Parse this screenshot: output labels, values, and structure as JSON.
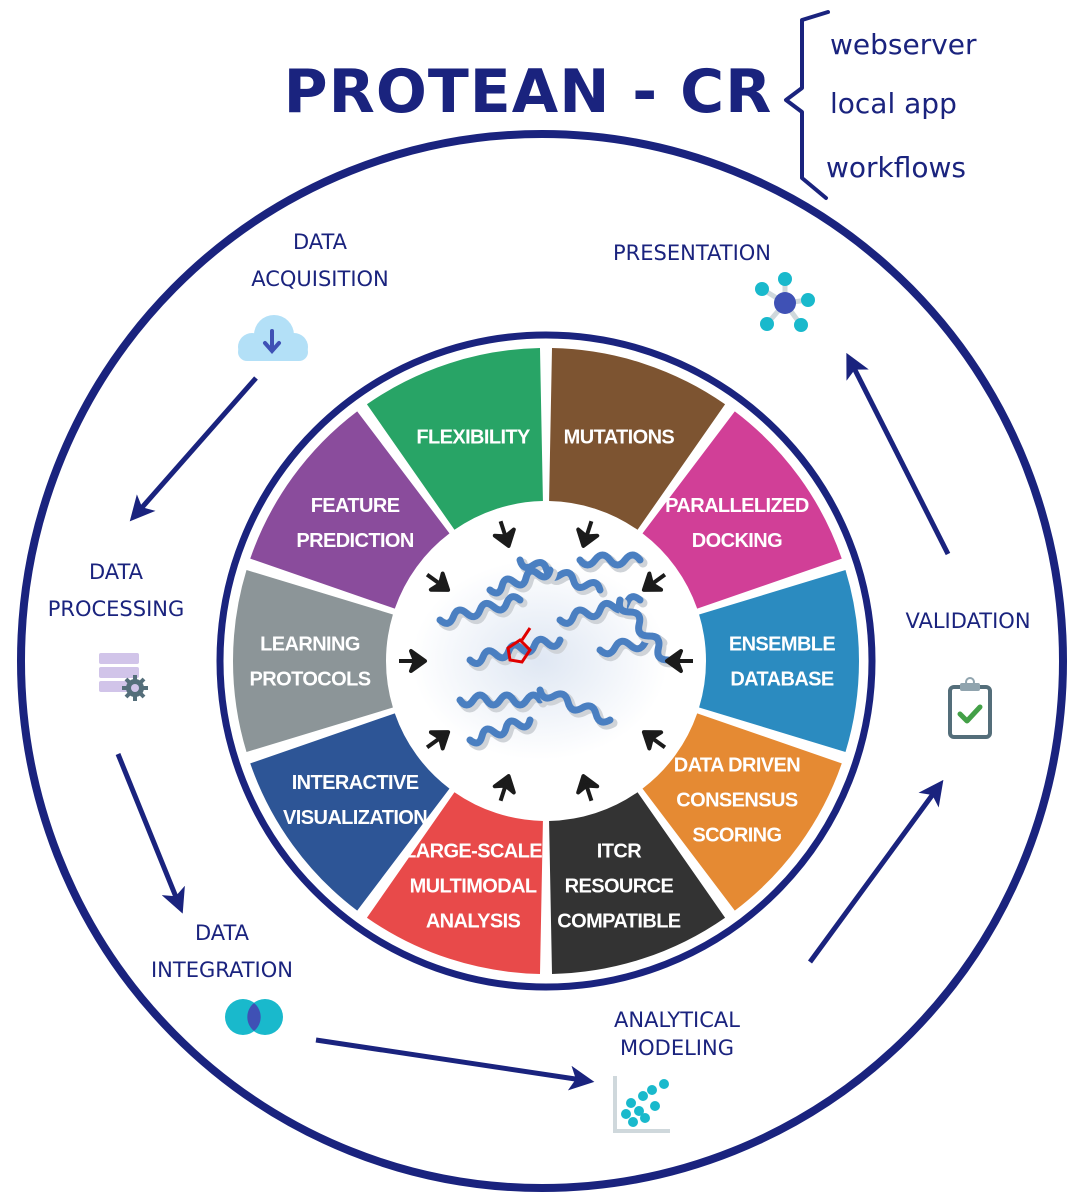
{
  "title": {
    "text": "PROTEAN - CR",
    "deployments": [
      "webserver",
      "local app",
      "workflows"
    ]
  },
  "colors": {
    "navy": "#1a237e",
    "arrow_dark": "#1b1b1b",
    "icon_cyan": "#19b9cc",
    "icon_indigo": "#3f51b5"
  },
  "cycle_stages": [
    {
      "id": "acquisition",
      "lines": [
        "DATA",
        "ACQUISITION"
      ],
      "icon": "cloud-download-icon"
    },
    {
      "id": "processing",
      "lines": [
        "DATA",
        "PROCESSING"
      ],
      "icon": "database-gear-icon"
    },
    {
      "id": "integration",
      "lines": [
        "DATA",
        "INTEGRATION"
      ],
      "icon": "venn-diagram-icon"
    },
    {
      "id": "modeling",
      "lines": [
        "ANALYTICAL",
        "MODELING"
      ],
      "icon": "scatter-plot-icon"
    },
    {
      "id": "validation",
      "lines": [
        "VALIDATION"
      ],
      "icon": "clipboard-check-icon"
    },
    {
      "id": "presentation",
      "lines": [
        "PRESENTATION"
      ],
      "icon": "network-icon"
    }
  ],
  "wheel_segments": [
    {
      "id": "flexibility",
      "lines": [
        "FLEXIBILITY"
      ],
      "color": "#28a466"
    },
    {
      "id": "mutations",
      "lines": [
        "MUTATIONS"
      ],
      "color": "#7d5431"
    },
    {
      "id": "parallelized-docking",
      "lines": [
        "PARALLELIZED",
        "DOCKING"
      ],
      "color": "#d13f97"
    },
    {
      "id": "ensemble-database",
      "lines": [
        "ENSEMBLE",
        "DATABASE"
      ],
      "color": "#2b8bc0"
    },
    {
      "id": "data-driven-consensus-scoring",
      "lines": [
        "DATA DRIVEN",
        "CONSENSUS",
        "SCORING"
      ],
      "color": "#e58a33"
    },
    {
      "id": "itcr-resource-compatible",
      "lines": [
        "ITCR",
        "RESOURCE",
        "COMPATIBLE"
      ],
      "color": "#333333"
    },
    {
      "id": "large-scale-multimodal-analysis",
      "lines": [
        "LARGE-SCALE",
        "MULTIMODAL",
        "ANALYSIS"
      ],
      "color": "#e84a4a"
    },
    {
      "id": "interactive-visualization",
      "lines": [
        "INTERACTIVE",
        "VISUALIZATION"
      ],
      "color": "#2d5596"
    },
    {
      "id": "learning-protocols",
      "lines": [
        "LEARNING",
        "PROTOCOLS"
      ],
      "color": "#8c9598"
    },
    {
      "id": "feature-prediction",
      "lines": [
        "FEATURE",
        "PREDICTION"
      ],
      "color": "#8a4c9c"
    }
  ],
  "center": {
    "image": "protein-structure-ensemble"
  }
}
